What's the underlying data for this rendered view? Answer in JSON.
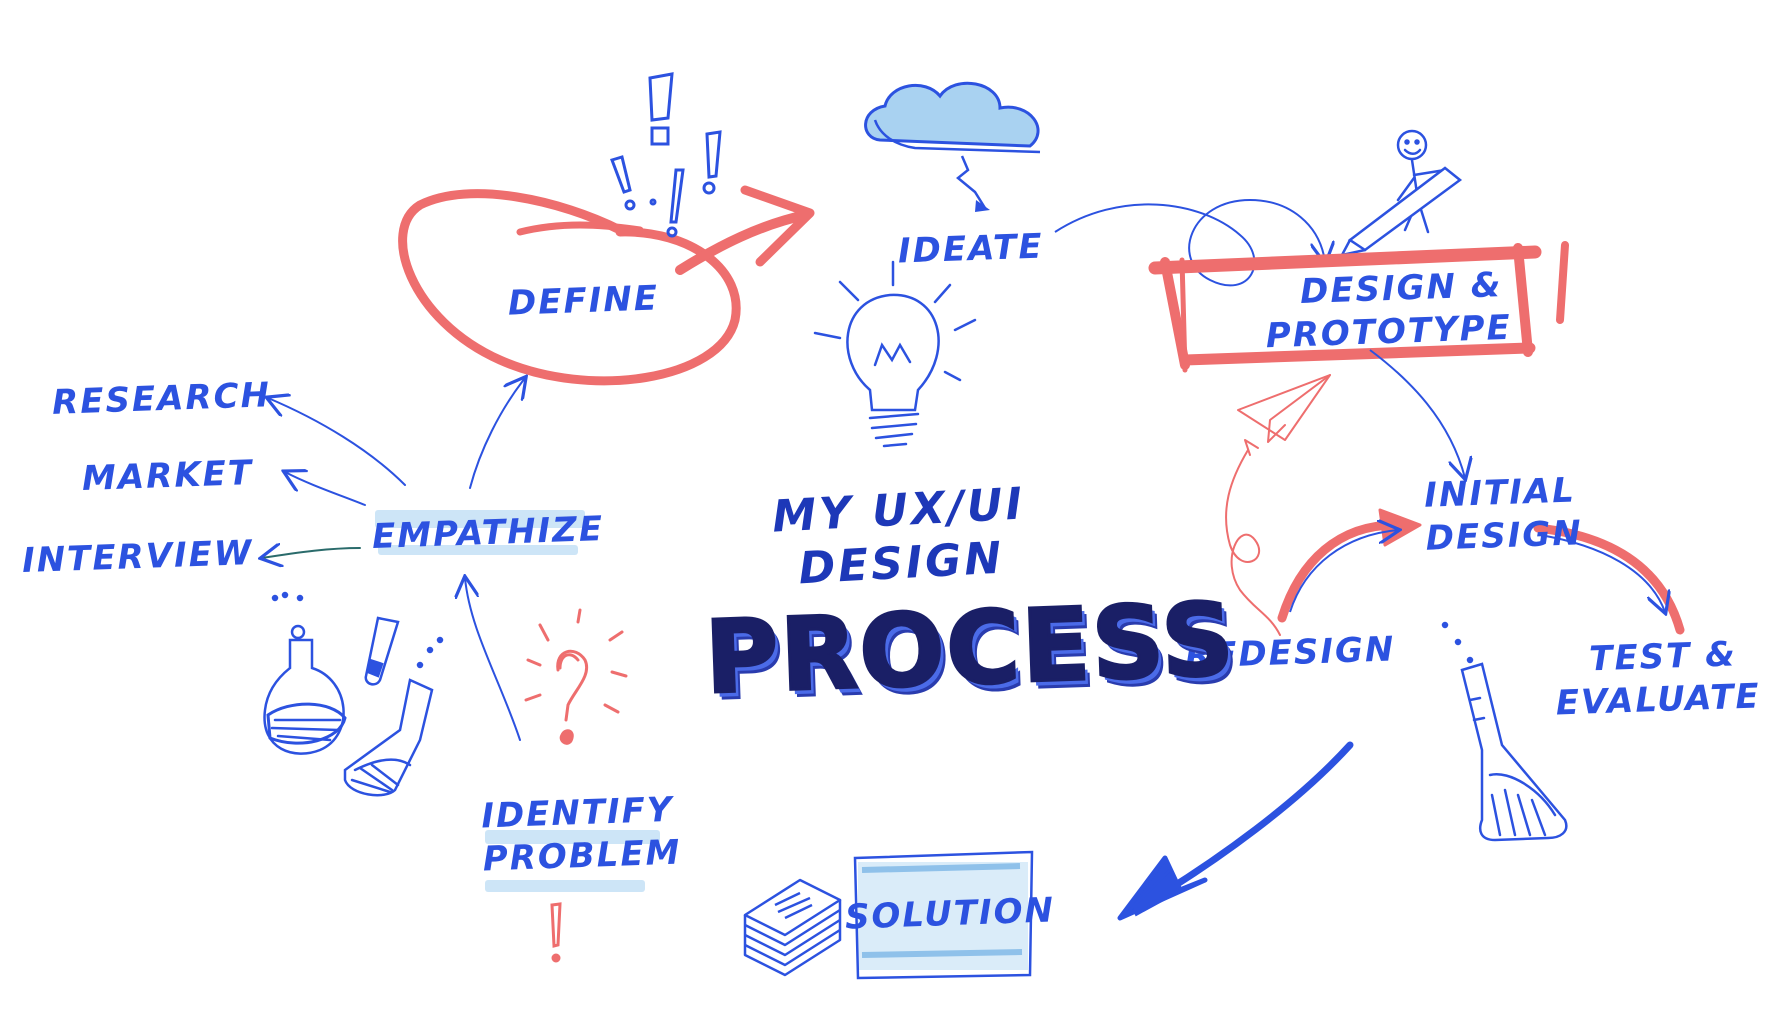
{
  "title": {
    "line1": "MY UX/UI",
    "line2": "DESIGN",
    "line3": "PROCESS"
  },
  "nodes": {
    "define": "DEFINE",
    "ideate": "IDEATE",
    "design_prototype_1": "DESIGN &",
    "design_prototype_2": "PROTOTYPE",
    "research": "RESEARCH",
    "market": "MARKET",
    "interview": "INTERVIEW",
    "empathize": "EMPATHIZE",
    "initial_design_1": "INITIAL",
    "initial_design_2": "DESIGN",
    "redesign": "REDESIGN",
    "test_evaluate_1": "TEST &",
    "test_evaluate_2": "EVALUATE",
    "identify_problem_1": "IDENTIFY",
    "identify_problem_2": "PROBLEM",
    "solution": "SOLUTION"
  },
  "colors": {
    "blue": "#2c52e0",
    "navy": "#1a1f66",
    "red": "#ee6e6e",
    "light_blue": "#bcdcf4"
  },
  "icons": [
    "cloud-icon",
    "lightbulb-icon",
    "stick-figure-pencil-icon",
    "paper-plane-icon",
    "question-mark-icon",
    "exclamation-icon",
    "flask-icon",
    "test-tube-icon",
    "documents-stack-icon",
    "screen-icon"
  ]
}
